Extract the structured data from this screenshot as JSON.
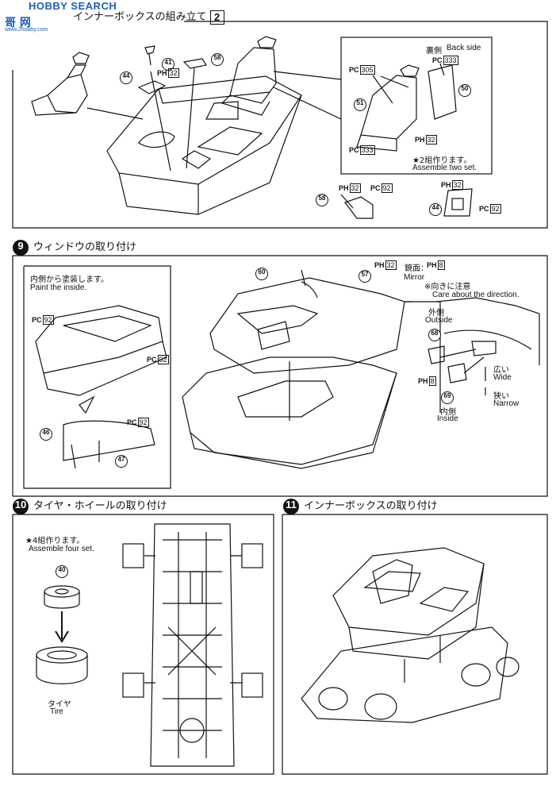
{
  "watermark": {
    "brand": "HOBBY SEARCH",
    "mark": "哥 网",
    "url": "www.2hobby.com"
  },
  "steps": {
    "s8": {
      "title": "インナーボックスの組み立て",
      "box": "2"
    },
    "s9": {
      "badge": "9",
      "title": "ウィンドウの取り付け"
    },
    "s10": {
      "badge": "10",
      "title": "タイヤ・ホイールの取り付け"
    },
    "s11": {
      "badge": "11",
      "title": "インナーボックスの取り付け"
    }
  },
  "s8": {
    "back_side_jp": "裏側",
    "back_side_en": "Back side",
    "assemble_jp": "★2組作ります。",
    "assemble_en": "Assemble two set.",
    "parts": {
      "p41": "41",
      "p58": "58",
      "p44": "44",
      "p51": "51",
      "p50": "50",
      "p58b": "58",
      "p44b": "44"
    },
    "paint": {
      "ph32a": {
        "code": "PH",
        "num": "32"
      },
      "pc305": {
        "code": "PC",
        "num": "305"
      },
      "pc333a": {
        "code": "PC",
        "num": "333"
      },
      "ph32b": {
        "code": "PH",
        "num": "32"
      },
      "pc333b": {
        "code": "PC",
        "num": "333"
      },
      "ph32c": {
        "code": "PH",
        "num": "32"
      },
      "pc92a": {
        "code": "PC",
        "num": "92"
      },
      "ph32d": {
        "code": "PH",
        "num": "32"
      },
      "pc92b": {
        "code": "PC",
        "num": "92"
      }
    }
  },
  "s9": {
    "paint_inside_jp": "内側から塗装します。",
    "paint_inside_en": "Paint the inside.",
    "mirror_prefix_num": "32",
    "mirror_jp": "鏡面：",
    "mirror_num": "8",
    "mirror_en": "Mirror",
    "care_jp": "※向きに注意",
    "care_en": "Care about the direction.",
    "outside_jp": "外側",
    "outside_en": "Outside",
    "inside_jp": "内側",
    "inside_en": "Inside",
    "wide_jp": "広い",
    "wide_en": "Wide",
    "narrow_jp": "狭い",
    "narrow_en": "Narrow",
    "parts": {
      "p60": "60",
      "p57": "57",
      "p46": "46",
      "p47": "47",
      "p68": "68",
      "p69": "69"
    },
    "paint": {
      "pc92a": "92",
      "pc92b": "92",
      "pc92c": "92",
      "ph8": "8"
    }
  },
  "s10": {
    "assemble_jp": "★4組作ります。",
    "assemble_en": "Assemble four set.",
    "part40": "40",
    "tire_jp": "タイヤ",
    "tire_en": "Tire"
  }
}
